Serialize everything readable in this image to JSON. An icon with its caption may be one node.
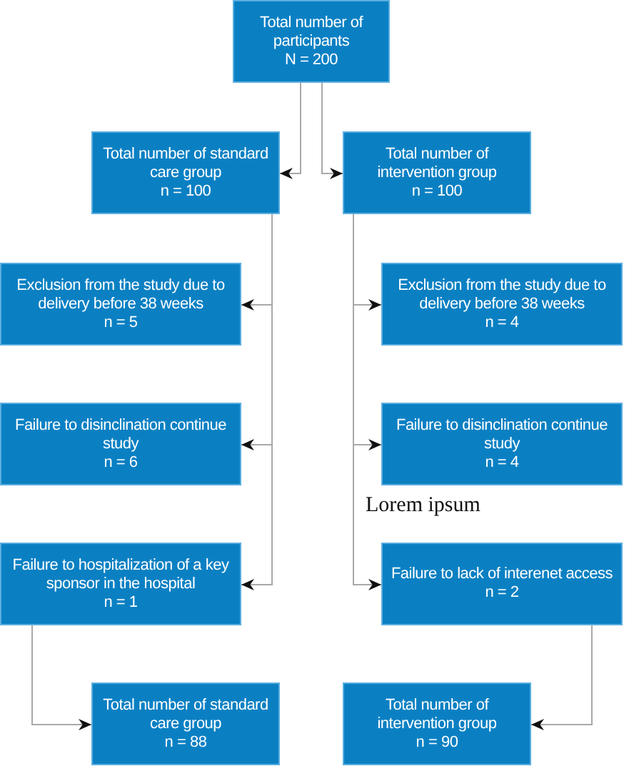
{
  "diagram": {
    "nodes": [
      {
        "text": [
          "Total number of participants",
          "N = 200"
        ]
      },
      {
        "text": [
          "Total number of standard care group",
          "n = 100"
        ]
      },
      {
        "text": [
          "Total number of intervention group",
          "n = 100"
        ]
      },
      {
        "text": [
          "Exclusion from the study due to delivery before 38 weeks",
          "n = 5"
        ]
      },
      {
        "text": [
          "Exclusion from the study due to delivery before 38 weeks",
          "n = 4"
        ]
      },
      {
        "text": [
          "Failure to disinclination continue study",
          "n = 6"
        ]
      },
      {
        "text": [
          "Failure to disinclination continue study",
          "n = 4"
        ]
      },
      {
        "text": [
          "Failure to hospitalization of a key sponsor in the hospital",
          "n = 1"
        ]
      },
      {
        "text": [
          "Failure to lack of interenet access",
          "n = 2"
        ]
      },
      {
        "text": [
          "Total number of standard care group",
          "n = 88"
        ]
      },
      {
        "text": [
          "Total number of intervention group",
          "n = 90"
        ]
      }
    ],
    "edges": [
      {
        "from": 0,
        "to": 1,
        "arrow": "to"
      },
      {
        "from": 0,
        "to": 2,
        "arrow": "to"
      },
      {
        "from": 1,
        "to": 3,
        "arrow": "to"
      },
      {
        "from": 1,
        "to": 5,
        "arrow": "to"
      },
      {
        "from": 1,
        "to": 7,
        "arrow": "to"
      },
      {
        "from": 2,
        "to": 4,
        "arrow": "to"
      },
      {
        "from": 2,
        "to": 6,
        "arrow": "to"
      },
      {
        "from": 2,
        "to": 8,
        "arrow": "to"
      },
      {
        "from": 7,
        "to": 9,
        "arrow": "to"
      },
      {
        "from": 8,
        "to": 10,
        "arrow": "to"
      }
    ],
    "labels": [
      "Lorem ipsum"
    ]
  }
}
